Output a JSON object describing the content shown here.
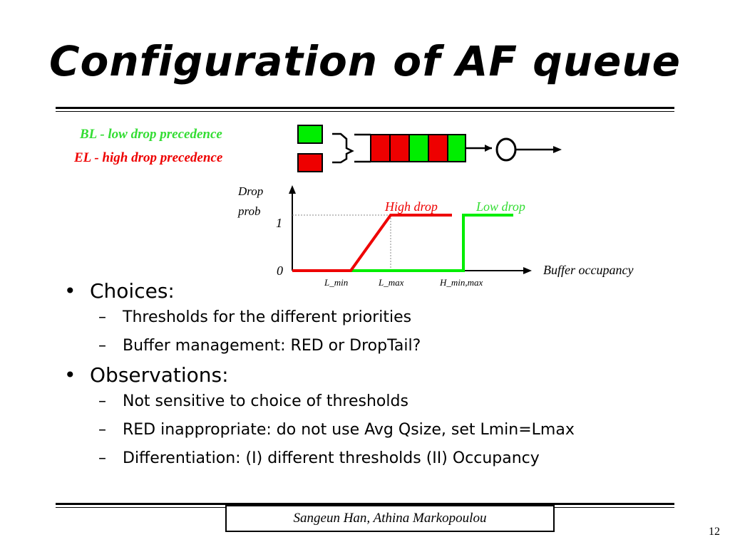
{
  "slide": {
    "title": "Configuration of AF queue",
    "page_number": "12",
    "footer": "Sangeun Han, Athina Markopoulou"
  },
  "legend": {
    "bl_label": "BL - low drop precedence",
    "el_label": "EL - high drop precedence",
    "bl_color": "#00ee00",
    "el_color": "#ee0000"
  },
  "queue": {
    "cells": [
      "red",
      "red",
      "green",
      "red",
      "green"
    ]
  },
  "chart": {
    "ylabel_line1": "Drop",
    "ylabel_line2": "prob",
    "xlabel": "Buffer occupancy",
    "y_tick_1": "1",
    "y_tick_0": "0",
    "tick_lmin": "L_min",
    "tick_lmax": "L_max",
    "tick_hminmax": "H_min,max",
    "high_drop_label": "High drop",
    "low_drop_label": "Low drop",
    "high_color": "#ee0000",
    "low_color": "#00ee00"
  },
  "bullets": [
    {
      "text": "Choices:",
      "subs": [
        "Thresholds for the different priorities",
        "Buffer management: RED or DropTail?"
      ]
    },
    {
      "text": "Observations:",
      "subs": [
        "Not sensitive to choice of thresholds",
        "RED inappropriate: do not use Avg Qsize, set Lmin=Lmax",
        "Differentiation: (I) different thresholds (II) Occupancy"
      ]
    }
  ],
  "symbols": {
    "bullet": "•",
    "dash": "–"
  }
}
